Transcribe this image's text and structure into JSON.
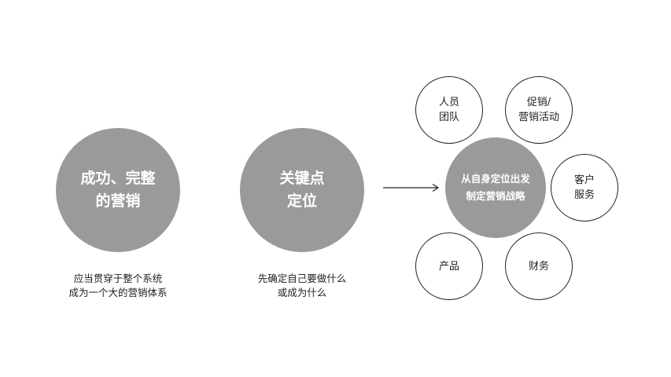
{
  "nodes": {
    "complete_marketing": {
      "lines": [
        "成功、完整",
        "的营销"
      ]
    },
    "key_positioning": {
      "lines": [
        "关键点",
        "定位"
      ]
    },
    "strategy": {
      "lines": [
        "从自身定位出发",
        "制定营销战略"
      ]
    }
  },
  "captions": {
    "complete_marketing": [
      "应当贯穿于整个系统",
      "成为一个大的营销体系"
    ],
    "key_positioning": [
      "先确定自己要做什么",
      "或成为什么"
    ]
  },
  "factors": {
    "team": [
      "人员",
      "团队"
    ],
    "promotion": [
      "促销/",
      "营销活动"
    ],
    "customer_service": [
      "客户",
      "服务"
    ],
    "product": [
      "产品"
    ],
    "finance": [
      "财务"
    ]
  },
  "colors": {
    "circle_fill": "#9a9a9a",
    "stroke": "#222222"
  }
}
